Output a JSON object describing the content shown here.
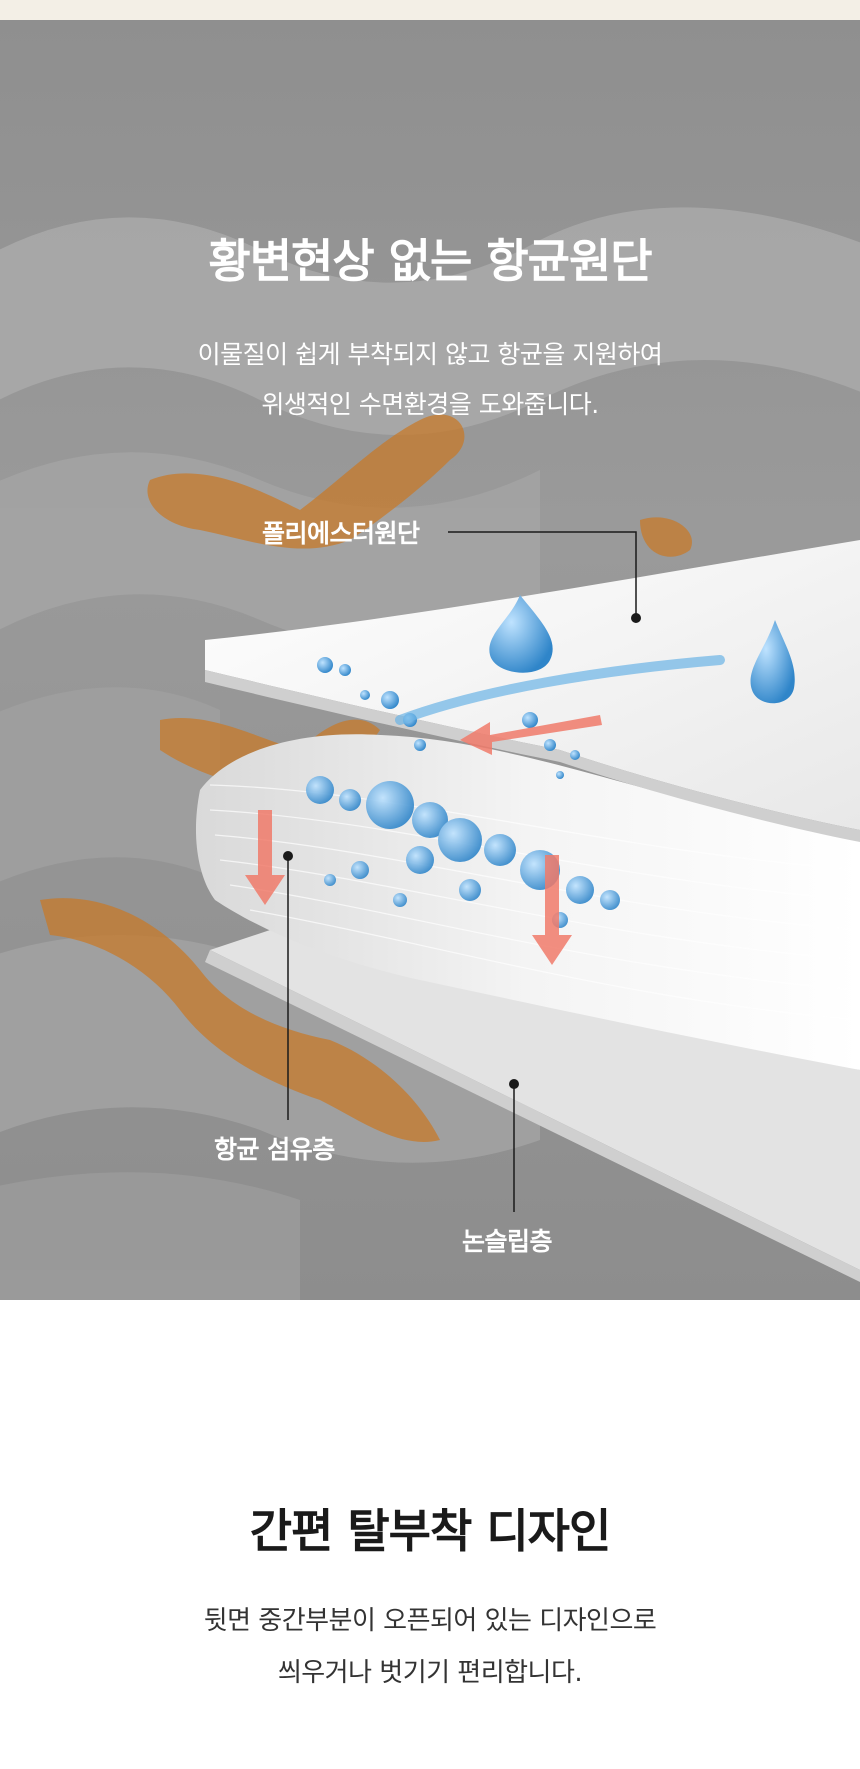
{
  "hero": {
    "title": "황변현상 없는 항균원단",
    "desc_line1": "이물질이 쉽게 부착되지 않고 항균을 지원하여",
    "desc_line2": "위생적인 수면환경을 도와줍니다.",
    "labels": {
      "polyester": "폴리에스터원단",
      "antibacterial": "항균 섬유층",
      "nonslip": "논슬립층"
    }
  },
  "section2": {
    "title": "간편 탈부착 디자인",
    "desc_line1": "뒷면 중간부분이 오픈되어 있는 디자인으로",
    "desc_line2": "씌우거나 벗기기 편리합니다."
  },
  "colors": {
    "stain": "#c77a2a",
    "water": "#4fa0d8",
    "arrow": "#f07a6a"
  }
}
